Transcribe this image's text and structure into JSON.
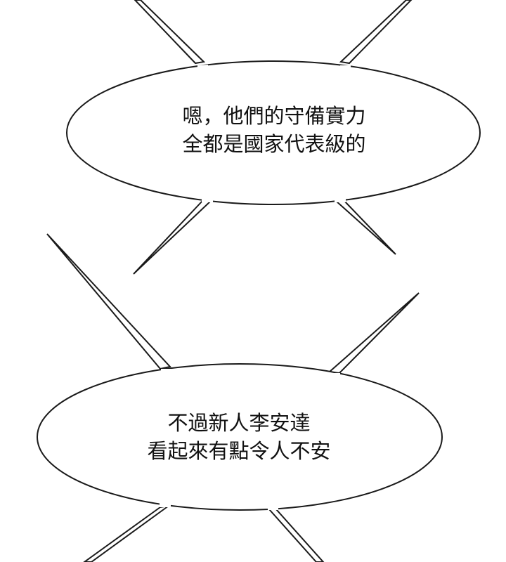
{
  "panel": {
    "type": "comic-panel",
    "background_color": "#ffffff",
    "line_color": "#1a1a1a"
  },
  "bubbles": [
    {
      "style": "burst-ellipse",
      "lines": [
        "嗯，他們的守備實力",
        "全都是國家代表級的"
      ]
    },
    {
      "style": "burst-ellipse",
      "lines": [
        "不過新人李安達",
        "看起來有點令人不安"
      ]
    }
  ]
}
